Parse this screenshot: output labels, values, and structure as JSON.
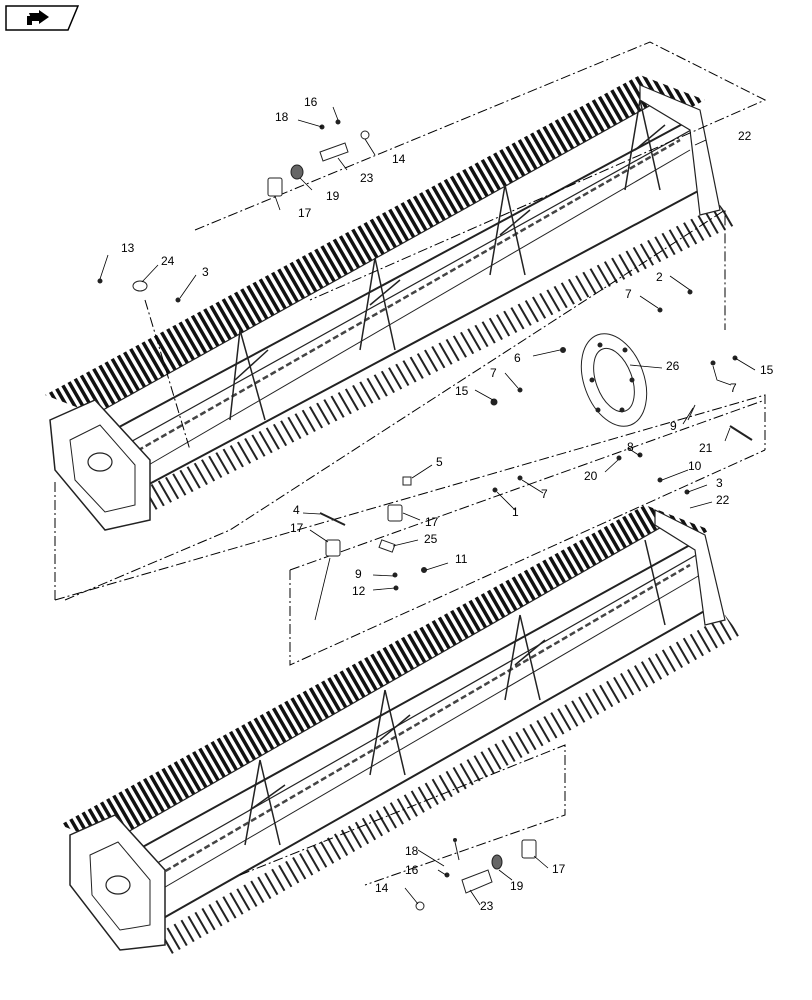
{
  "nav": {
    "icon": "return-arrow-icon"
  },
  "callouts": {
    "c1": "1",
    "c2": "2",
    "c3a": "3",
    "c3b": "3",
    "c4": "4",
    "c5": "5",
    "c6": "6",
    "c7a": "7",
    "c7b": "7",
    "c7c": "7",
    "c7d": "7",
    "c8": "8",
    "c9a": "9",
    "c9b": "9",
    "c10": "10",
    "c11": "11",
    "c12": "12",
    "c13": "13",
    "c14a": "14",
    "c14b": "14",
    "c15a": "15",
    "c15b": "15",
    "c16a": "16",
    "c16b": "16",
    "c17a": "17",
    "c17b": "17",
    "c17c": "17",
    "c17d": "17",
    "c18a": "18",
    "c18b": "18",
    "c19a": "19",
    "c19b": "19",
    "c20": "20",
    "c21": "21",
    "c22a": "22",
    "c22b": "22",
    "c23a": "23",
    "c23b": "23",
    "c24": "24",
    "c25": "25",
    "c26": "26"
  }
}
